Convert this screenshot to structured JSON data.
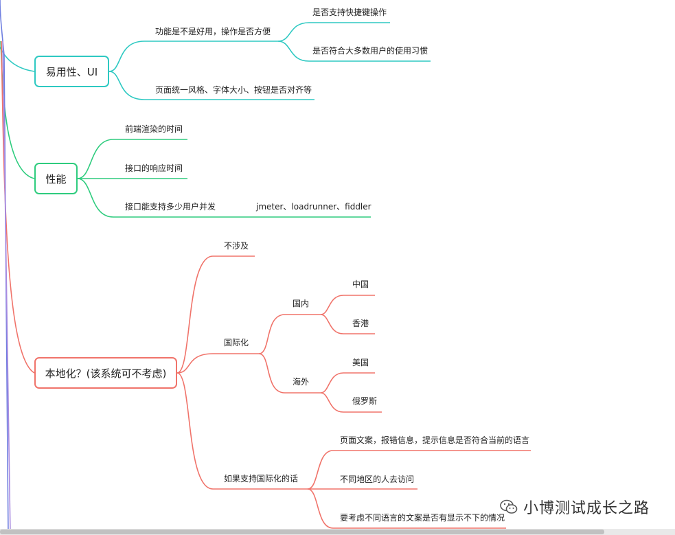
{
  "branches": [
    {
      "id": "usability",
      "label": "易用性、UI",
      "color": "#2ec9c2",
      "children": [
        {
          "label": "功能是不是好用，操作是否方便",
          "children": [
            {
              "label": "是否支持快捷键操作"
            },
            {
              "label": "是否符合大多数用户的使用习惯"
            }
          ]
        },
        {
          "label": "页面统一风格、字体大小、按钮是否对齐等"
        }
      ]
    },
    {
      "id": "performance",
      "label": "性能",
      "color": "#2ecc7e",
      "children": [
        {
          "label": "前端渲染的时间"
        },
        {
          "label": "接口的响应时间"
        },
        {
          "label": "接口能支持多少用户并发",
          "children": [
            {
              "label": "jmeter、loadrunner、fiddler"
            }
          ]
        }
      ]
    },
    {
      "id": "localization",
      "label": "本地化？(该系统可不考虑)",
      "color": "#f0736a",
      "children": [
        {
          "label": "不涉及"
        },
        {
          "label": "国际化",
          "children": [
            {
              "label": "国内",
              "children": [
                {
                  "label": "中国"
                },
                {
                  "label": "香港"
                }
              ]
            },
            {
              "label": "海外",
              "children": [
                {
                  "label": "美国"
                },
                {
                  "label": "俄罗斯"
                }
              ]
            }
          ]
        },
        {
          "label": "如果支持国际化的话",
          "children": [
            {
              "label": "页面文案，报错信息，提示信息是否符合当前的语言"
            },
            {
              "label": "不同地区的人去访问"
            },
            {
              "label": "要考虑不同语言的文案是否有显示不下的情况"
            }
          ]
        }
      ]
    }
  ],
  "edge_lines": [
    {
      "color": "#2ec9c2"
    },
    {
      "color": "#2ecc7e"
    },
    {
      "color": "#f0736a"
    },
    {
      "color": "#6f7fe0"
    },
    {
      "color": "#a98ae0"
    }
  ],
  "watermark": {
    "icon": "wechat-icon",
    "text": "小博测试成长之路"
  }
}
